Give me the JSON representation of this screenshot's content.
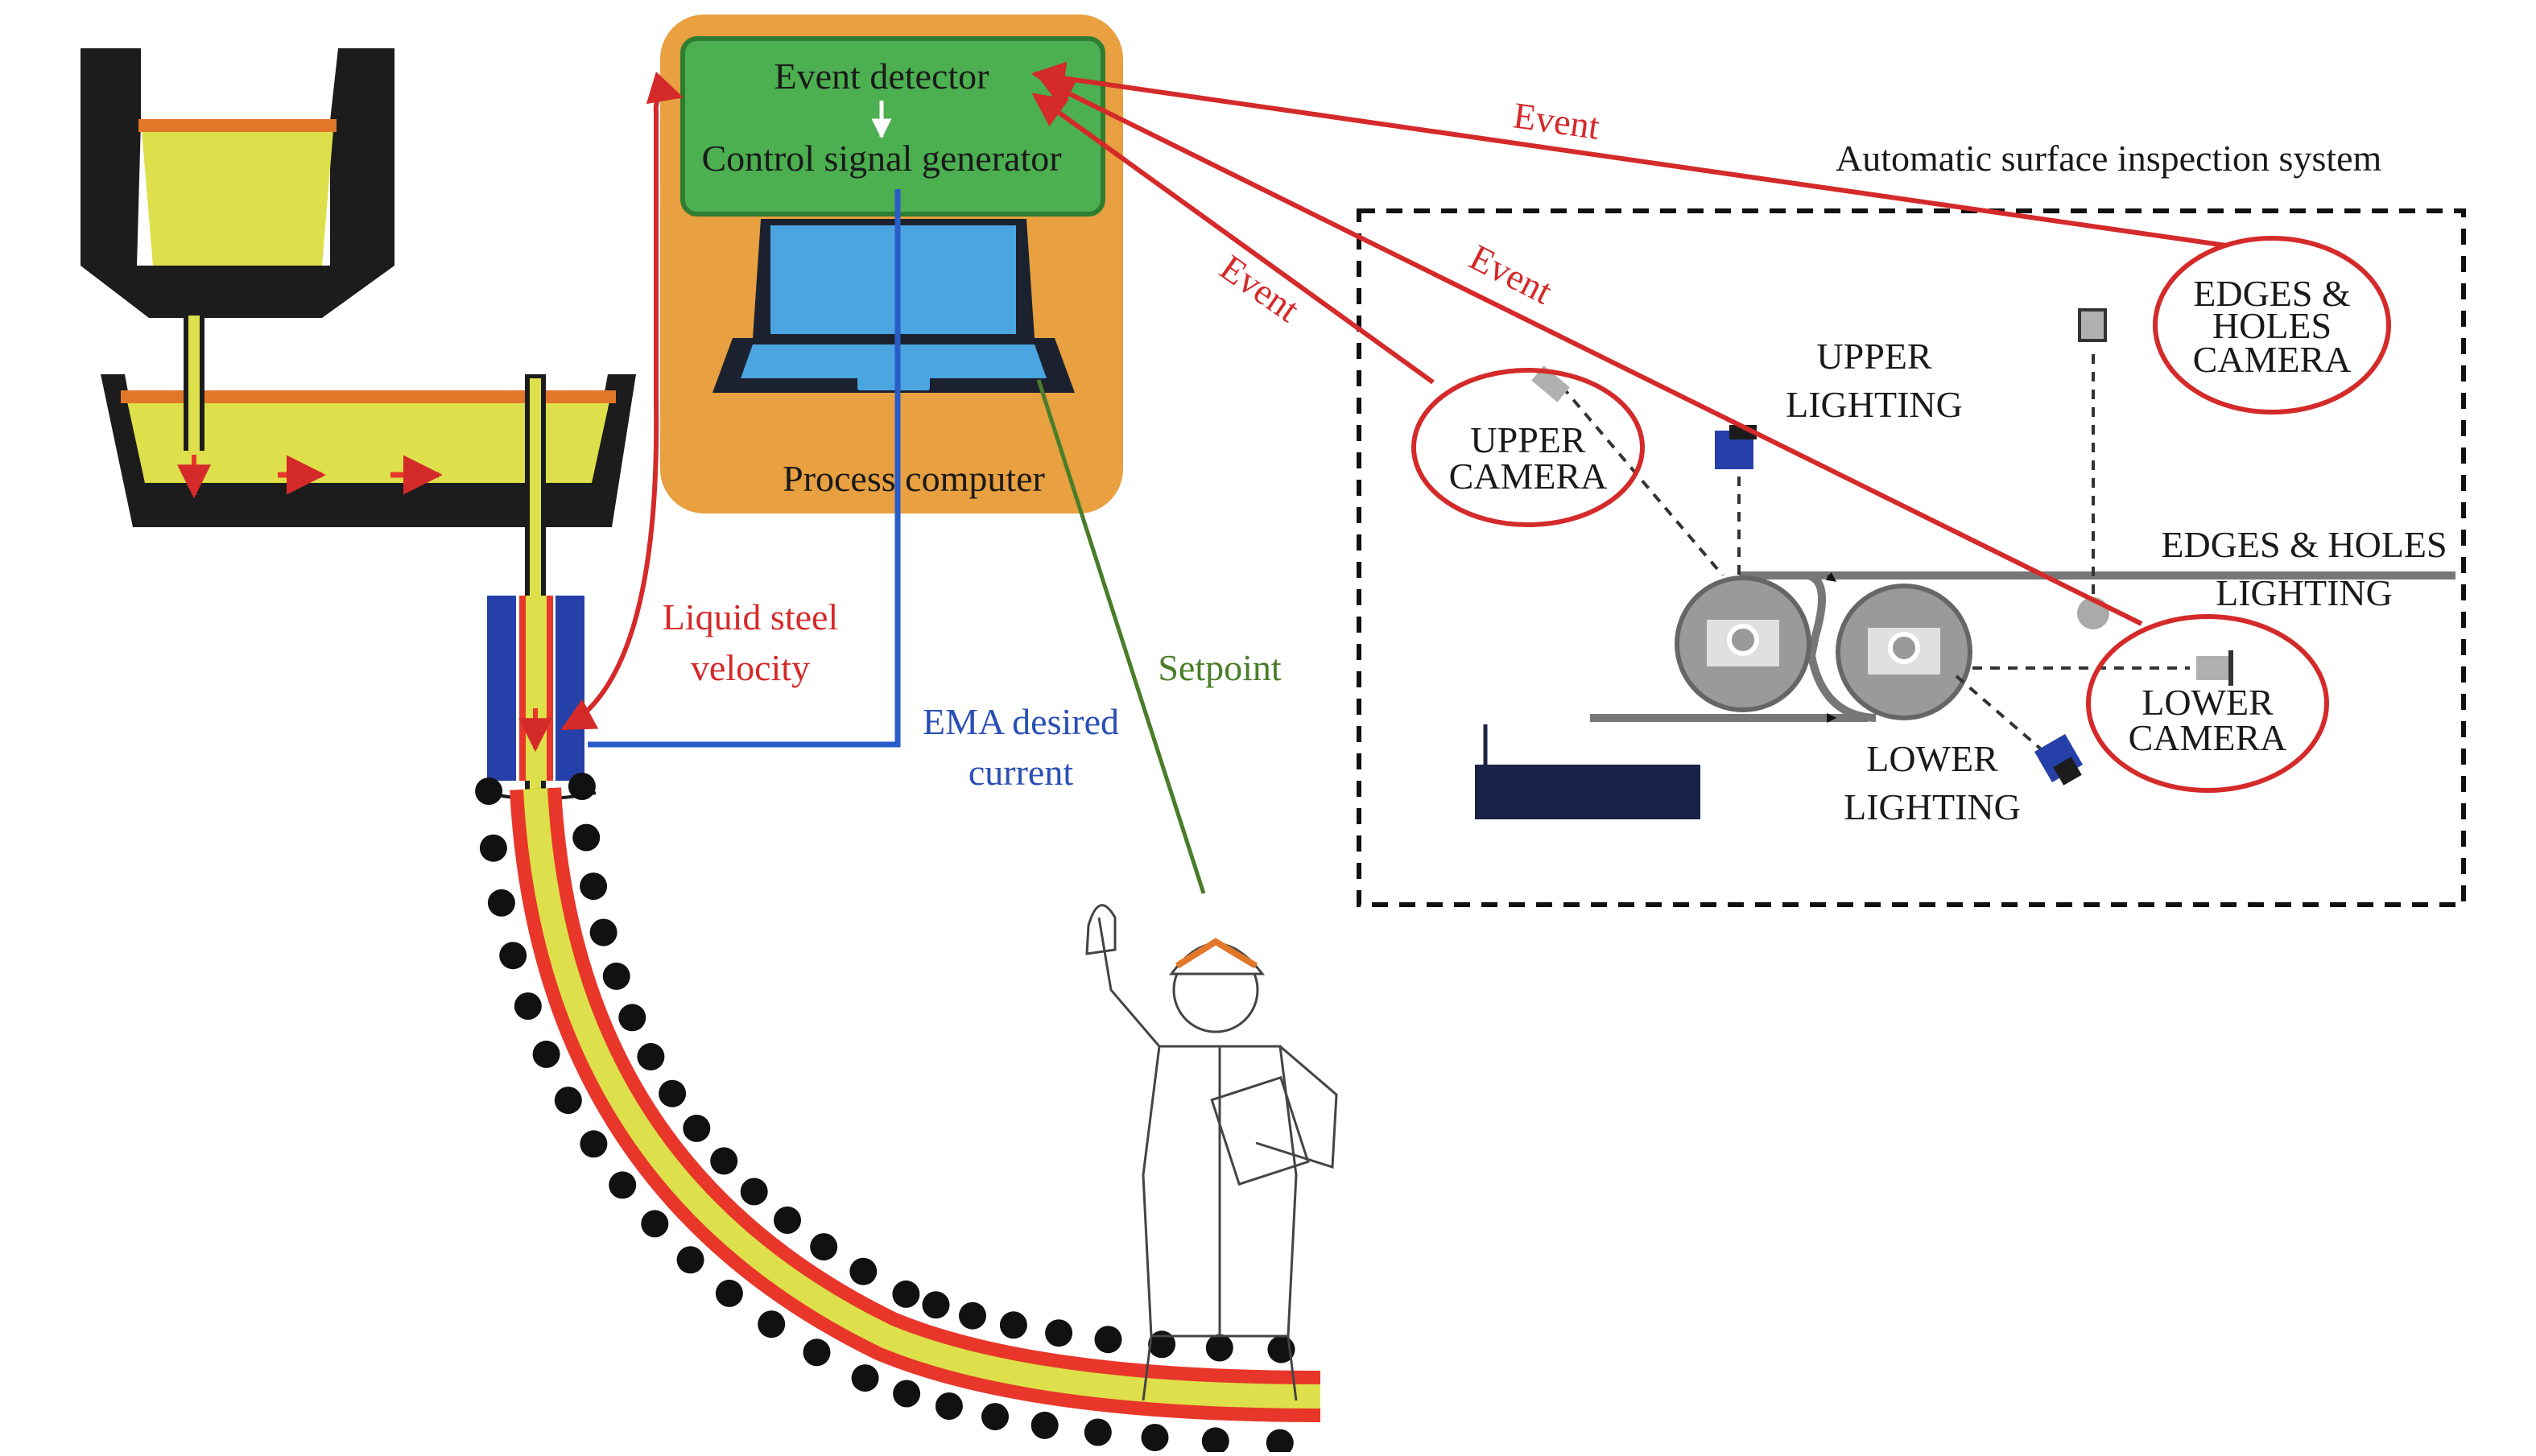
{
  "computer": {
    "event_detector": "Event detector",
    "control_signal_generator": "Control signal generator",
    "process_computer": "Process computer"
  },
  "signals": {
    "liquid_steel_line1": "Liquid steel",
    "liquid_steel_line2": "velocity",
    "ema_line1": "EMA desired",
    "ema_line2": "current",
    "setpoint": "Setpoint"
  },
  "events": {
    "event_1": "Event",
    "event_2": "Event",
    "event_3": "Event"
  },
  "inspection": {
    "title": "Automatic surface inspection system",
    "upper_camera_line1": "UPPER",
    "upper_camera_line2": "CAMERA",
    "upper_lighting_line1": "UPPER",
    "upper_lighting_line2": "LIGHTING",
    "edges_camera_line1": "EDGES &",
    "edges_camera_line2": "HOLES",
    "edges_camera_line3": "CAMERA",
    "edges_lighting_line1": "EDGES & HOLES",
    "edges_lighting_line2": "LIGHTING",
    "lower_camera_line1": "LOWER",
    "lower_camera_line2": "CAMERA",
    "lower_lighting_line1": "LOWER",
    "lower_lighting_line2": "LIGHTING"
  },
  "colors": {
    "steel": "#dde04a",
    "steel_shell": "#e8372a",
    "vessel": "#1c1c1c",
    "mold": "#2540a8",
    "computer_bg": "#e8a040",
    "screen": "#4caf50",
    "event_line": "#d42a2a",
    "ema_line": "#2a5cc8",
    "setpoint_line": "#4a7d2a"
  }
}
